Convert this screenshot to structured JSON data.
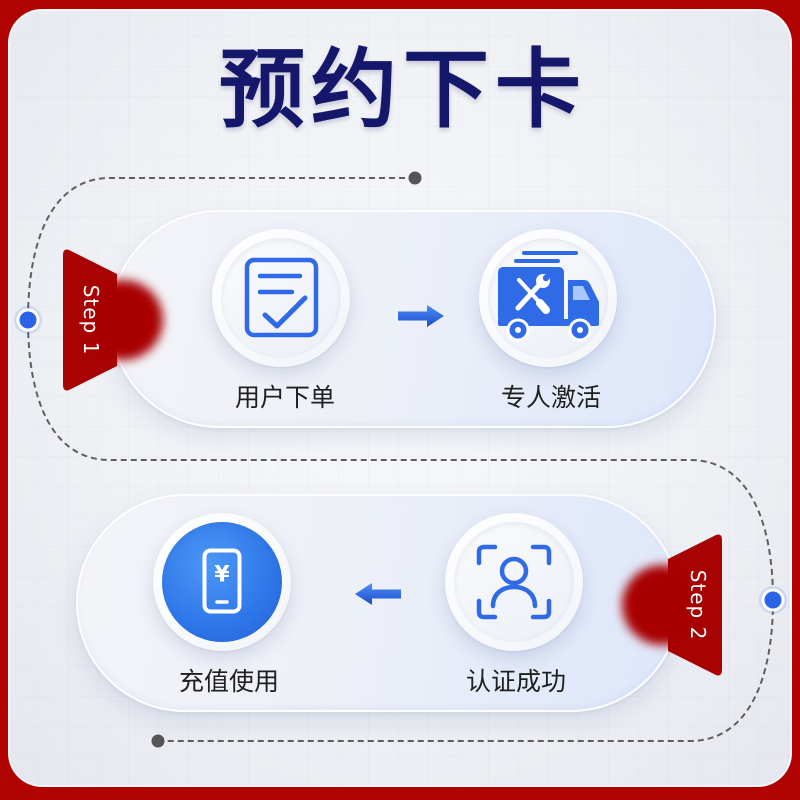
{
  "title": "预约下卡",
  "steps": [
    {
      "badge": "Step 1",
      "first": {
        "label": "用户下单",
        "icon": "checklist-icon"
      },
      "second": {
        "label": "专人激活",
        "icon": "repair-truck-icon"
      },
      "arrow_icon": "arrow-right-icon"
    },
    {
      "badge": "Step 2",
      "first": {
        "label": "认证成功",
        "icon": "face-scan-icon"
      },
      "second": {
        "label": "充值使用",
        "icon": "phone-payment-icon",
        "symbol": "¥"
      },
      "arrow_icon": "arrow-left-icon"
    }
  ],
  "colors": {
    "frame_red": "#b10202",
    "title_navy": "#15176b",
    "badge_red": "#a80303",
    "icon_blue": "#2f6be6",
    "dot_blue": "#2b62e6",
    "path_gray": "#5f5f5f",
    "label_text": "#1f1f1f"
  }
}
